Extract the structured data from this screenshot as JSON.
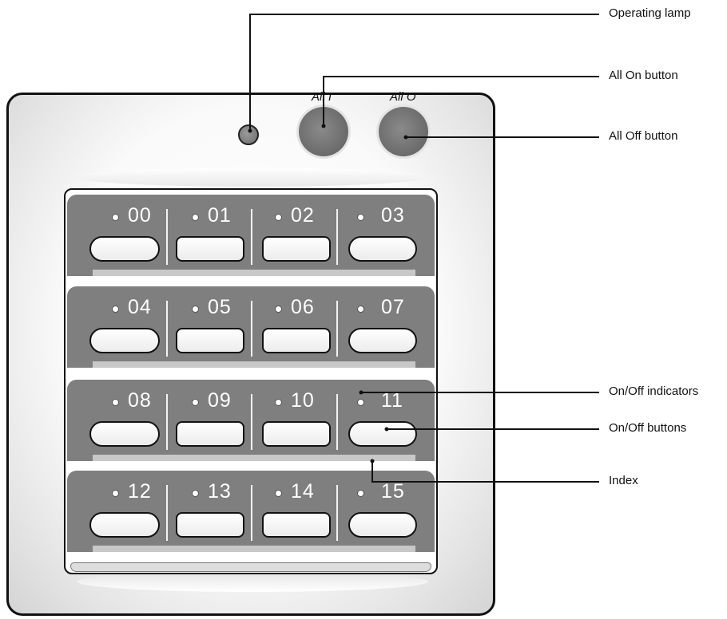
{
  "top_controls": {
    "all_on_label": "All I",
    "all_off_label": "All O"
  },
  "channels": [
    "00",
    "01",
    "02",
    "03",
    "04",
    "05",
    "06",
    "07",
    "08",
    "09",
    "10",
    "11",
    "12",
    "13",
    "14",
    "15"
  ],
  "callouts": {
    "operating_lamp": "Operating lamp",
    "all_on_button": "All On button",
    "all_off_button": "All Off button",
    "on_off_indicators": "On/Off indicators",
    "on_off_buttons": "On/Off buttons",
    "index": "Index"
  }
}
